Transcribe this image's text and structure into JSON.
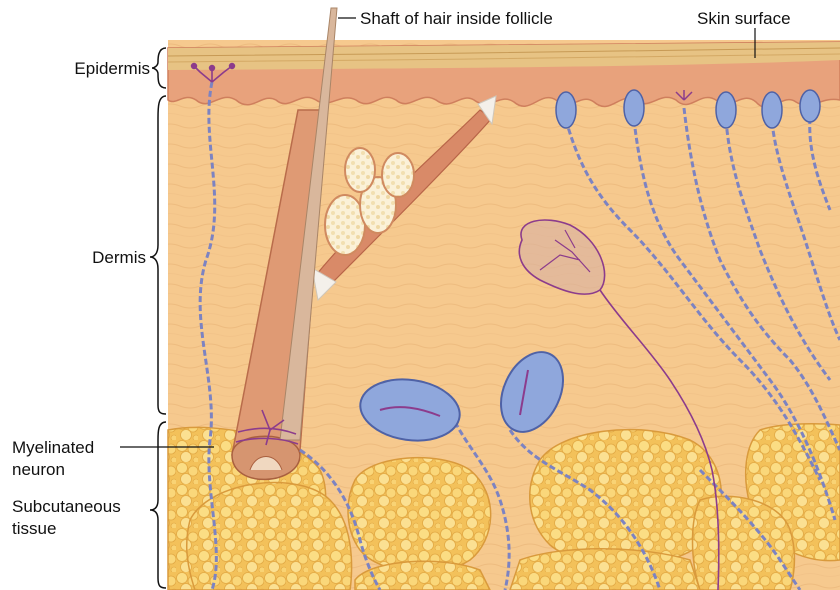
{
  "labels": {
    "shaft": "Shaft of hair inside follicle",
    "skin_surface": "Skin surface",
    "epidermis": "Epidermis",
    "dermis": "Dermis",
    "myelinated_line1": "Myelinated",
    "myelinated_line2": "neuron",
    "subcutaneous_line1": "Subcutaneous",
    "subcutaneous_line2": "tissue"
  },
  "colors": {
    "dermis": "#f6c98e",
    "epidermis": "#e8a27c",
    "surface": "#e7c384",
    "fat": "#f7cf6a",
    "follicle": "#df9a74",
    "nerve": "#7c83c2",
    "neuron_fiber": "#8c3c8c",
    "receptor": "#8fa7dc"
  }
}
